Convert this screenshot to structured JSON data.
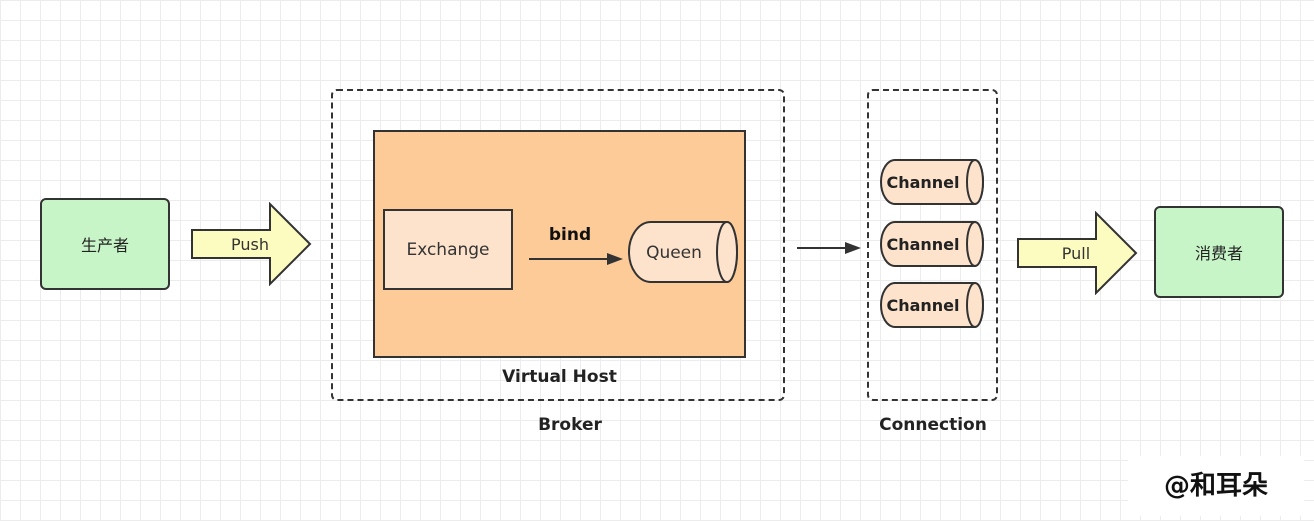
{
  "producer": {
    "label": "生产者"
  },
  "push_arrow": {
    "label": "Push"
  },
  "broker": {
    "label": "Broker",
    "virtual_host": {
      "label": "Virtual Host",
      "exchange": {
        "label": "Exchange"
      },
      "bind_label": "bind",
      "queue": {
        "label": "Queen"
      }
    }
  },
  "connection": {
    "label": "Connection",
    "channels": [
      "Channel",
      "Channel",
      "Channel"
    ]
  },
  "pull_arrow": {
    "label": "Pull"
  },
  "consumer": {
    "label": "消费者"
  },
  "watermark": "@和耳朵",
  "colors": {
    "producer_fill": "#c8f5c8",
    "arrow_fill": "#fcfcc0",
    "virtual_host_fill": "#fccb98",
    "exchange_fill": "#fde3cc",
    "channel_fill": "#fde3cc"
  }
}
